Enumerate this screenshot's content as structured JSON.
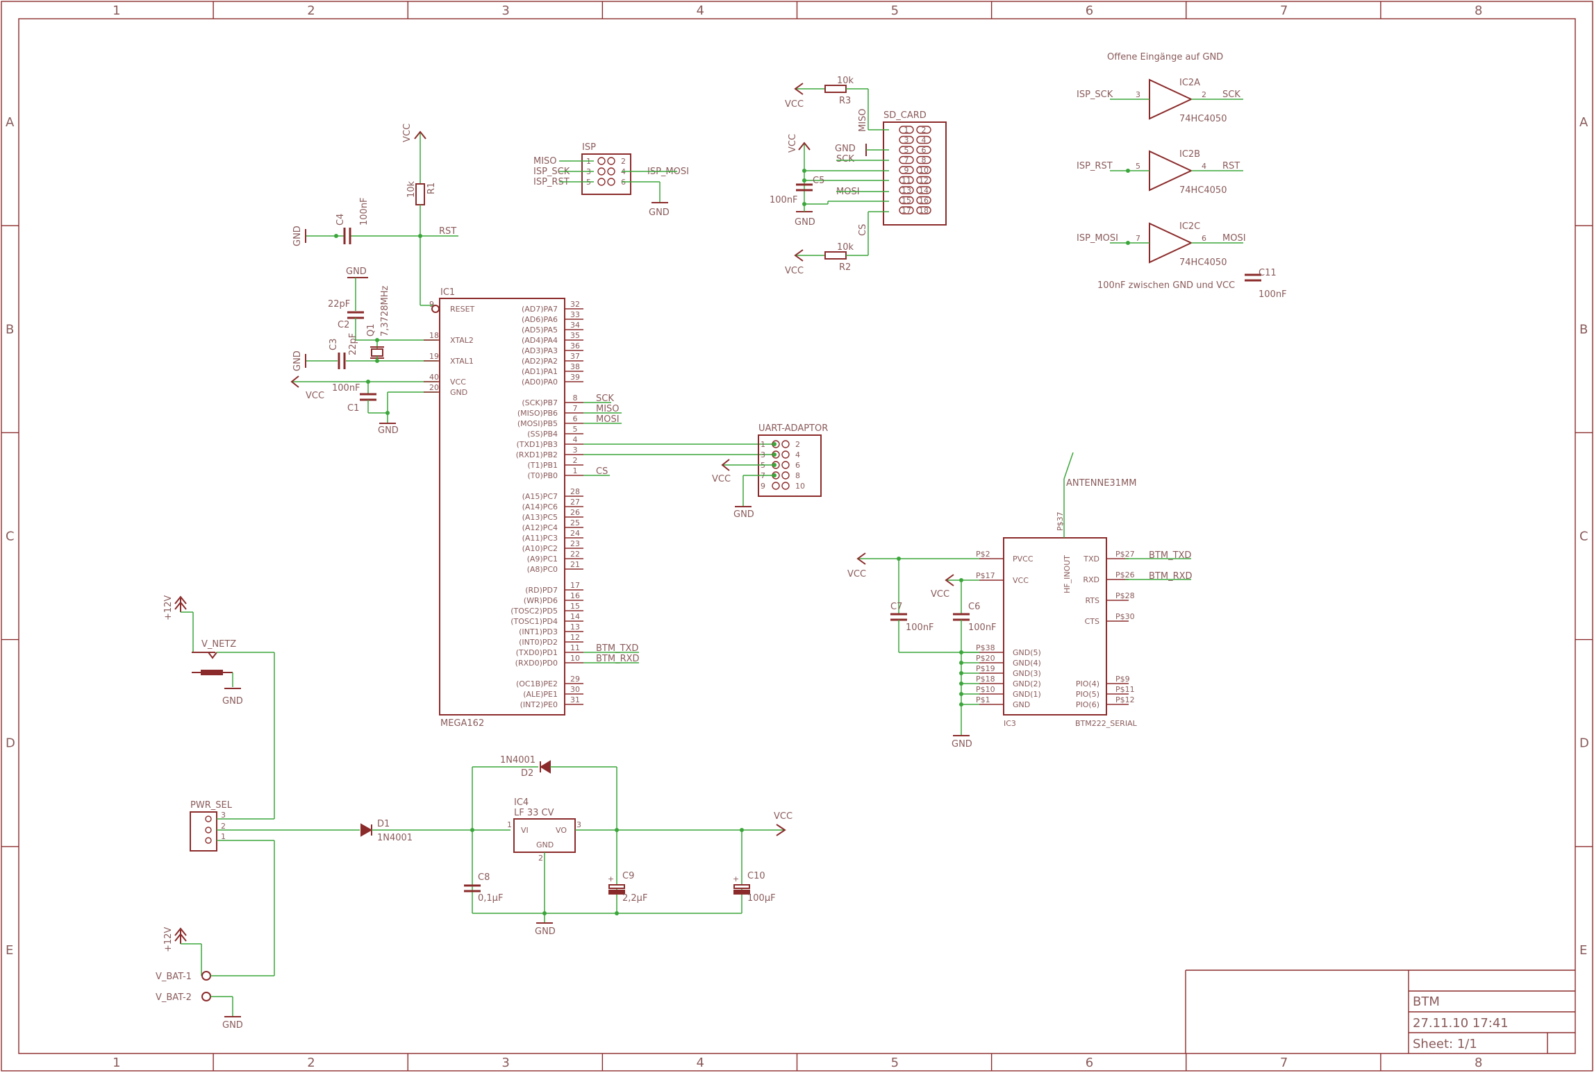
{
  "frame": {
    "columns": [
      "1",
      "2",
      "3",
      "4",
      "5",
      "6",
      "7",
      "8"
    ],
    "rows": [
      "A",
      "B",
      "C",
      "D",
      "E"
    ]
  },
  "title_block": {
    "title": "BTM",
    "date": "27.11.10 17:41",
    "sheet": "Sheet: 1/1"
  },
  "notes": {
    "open_inputs": "Offene Eingänge auf GND",
    "decoupling": "100nF zwischen GND und VCC"
  },
  "nets": {
    "vcc": "VCC",
    "gnd": "GND",
    "p12v": "+12V",
    "rst": "RST",
    "sck": "SCK",
    "miso": "MISO",
    "mosi": "MOSI",
    "cs": "CS",
    "isp_sck": "ISP_SCK",
    "isp_rst": "ISP_RST",
    "isp_mosi": "ISP_MOSI",
    "btm_txd": "BTM_TXD",
    "btm_rxd": "BTM_RXD"
  },
  "components": {
    "ic1": {
      "name": "IC1",
      "value": "MEGA162",
      "left_pins": [
        {
          "num": "9",
          "name": "RESET"
        },
        {
          "num": "18",
          "name": "XTAL2"
        },
        {
          "num": "19",
          "name": "XTAL1"
        },
        {
          "num": "40",
          "name": "VCC"
        },
        {
          "num": "20",
          "name": "GND"
        }
      ],
      "right_pins": [
        {
          "num": "32",
          "name": "(AD7)PA7"
        },
        {
          "num": "33",
          "name": "(AD6)PA6"
        },
        {
          "num": "34",
          "name": "(AD5)PA5"
        },
        {
          "num": "35",
          "name": "(AD4)PA4"
        },
        {
          "num": "36",
          "name": "(AD3)PA3"
        },
        {
          "num": "37",
          "name": "(AD2)PA2"
        },
        {
          "num": "38",
          "name": "(AD1)PA1"
        },
        {
          "num": "39",
          "name": "(AD0)PA0"
        },
        {
          "num": "8",
          "name": "(SCK)PB7"
        },
        {
          "num": "7",
          "name": "(MISO)PB6"
        },
        {
          "num": "6",
          "name": "(MOSI)PB5"
        },
        {
          "num": "5",
          "name": "(SS)PB4"
        },
        {
          "num": "4",
          "name": "(TXD1)PB3"
        },
        {
          "num": "3",
          "name": "(RXD1)PB2"
        },
        {
          "num": "2",
          "name": "(T1)PB1"
        },
        {
          "num": "1",
          "name": "(T0)PB0"
        },
        {
          "num": "28",
          "name": "(A15)PC7"
        },
        {
          "num": "27",
          "name": "(A14)PC6"
        },
        {
          "num": "26",
          "name": "(A13)PC5"
        },
        {
          "num": "25",
          "name": "(A12)PC4"
        },
        {
          "num": "24",
          "name": "(A11)PC3"
        },
        {
          "num": "23",
          "name": "(A10)PC2"
        },
        {
          "num": "22",
          "name": "(A9)PC1"
        },
        {
          "num": "21",
          "name": "(A8)PC0"
        },
        {
          "num": "17",
          "name": "(RD)PD7"
        },
        {
          "num": "16",
          "name": "(WR)PD6"
        },
        {
          "num": "15",
          "name": "(TOSC2)PD5"
        },
        {
          "num": "14",
          "name": "(TOSC1)PD4"
        },
        {
          "num": "13",
          "name": "(INT1)PD3"
        },
        {
          "num": "12",
          "name": "(INT0)PD2"
        },
        {
          "num": "11",
          "name": "(TXD0)PD1"
        },
        {
          "num": "10",
          "name": "(RXD0)PD0"
        },
        {
          "num": "29",
          "name": "(OC1B)PE2"
        },
        {
          "num": "30",
          "name": "(ALE)PE1"
        },
        {
          "num": "31",
          "name": "(INT2)PE0"
        }
      ]
    },
    "r1": {
      "name": "R1",
      "value": "10k"
    },
    "r2": {
      "name": "R2",
      "value": "10k"
    },
    "r3": {
      "name": "R3",
      "value": "10k"
    },
    "c1": {
      "name": "C1",
      "value": "100nF"
    },
    "c2": {
      "name": "C2",
      "value": "22pF"
    },
    "c3": {
      "name": "C3",
      "value": "22pF"
    },
    "c4": {
      "name": "C4",
      "value": "100nF"
    },
    "c5": {
      "name": "C5",
      "value": "100nF"
    },
    "c6": {
      "name": "C6",
      "value": "100nF"
    },
    "c7": {
      "name": "C7",
      "value": "100nF"
    },
    "c8": {
      "name": "C8",
      "value": "0,1µF"
    },
    "c9": {
      "name": "C9",
      "value": "2,2µF"
    },
    "c10": {
      "name": "C10",
      "value": "100µF"
    },
    "c11": {
      "name": "C11",
      "value": "100nF"
    },
    "q1": {
      "name": "Q1",
      "value": "7,3728MHz"
    },
    "isp": {
      "name": "ISP",
      "pins": [
        "1",
        "2",
        "3",
        "4",
        "5",
        "6"
      ]
    },
    "sd": {
      "name": "SD_CARD",
      "pins": [
        "1",
        "2",
        "3",
        "4",
        "5",
        "6",
        "7",
        "8",
        "9",
        "10",
        "11",
        "12",
        "13",
        "14",
        "15",
        "16",
        "17",
        "18"
      ]
    },
    "uart": {
      "name": "UART-ADAPTOR",
      "pins": [
        "1",
        "2",
        "3",
        "4",
        "5",
        "6",
        "7",
        "8",
        "9",
        "10"
      ]
    },
    "ic2a": {
      "name": "IC2A",
      "value": "74HC4050",
      "in_pin": "3",
      "out_pin": "2"
    },
    "ic2b": {
      "name": "IC2B",
      "value": "74HC4050",
      "in_pin": "5",
      "out_pin": "4"
    },
    "ic2c": {
      "name": "IC2C",
      "value": "74HC4050",
      "in_pin": "7",
      "out_pin": "6"
    },
    "ic3": {
      "name": "IC3",
      "value": "BTM222_SERIAL",
      "left_pins": [
        {
          "pad": "P$2",
          "name": "PVCC"
        },
        {
          "pad": "P$17",
          "name": "VCC"
        },
        {
          "pad": "P$38",
          "name": "GND(5)"
        },
        {
          "pad": "P$20",
          "name": "GND(4)"
        },
        {
          "pad": "P$19",
          "name": "GND(3)"
        },
        {
          "pad": "P$18",
          "name": "GND(2)"
        },
        {
          "pad": "P$10",
          "name": "GND(1)"
        },
        {
          "pad": "P$1",
          "name": "GND"
        }
      ],
      "right_pins": [
        {
          "pad": "P$27",
          "name": "TXD"
        },
        {
          "pad": "P$26",
          "name": "RXD"
        },
        {
          "pad": "P$28",
          "name": "RTS"
        },
        {
          "pad": "P$30",
          "name": "CTS"
        },
        {
          "pad": "P$9",
          "name": "PIO(4)"
        },
        {
          "pad": "P$11",
          "name": "PIO(5)"
        },
        {
          "pad": "P$12",
          "name": "PIO(6)"
        }
      ],
      "hf_pin": "HF_INOUT",
      "hf_pad": "P$37"
    },
    "ant": {
      "name": "ANTENNE31MM"
    },
    "ic4": {
      "name": "IC4",
      "value": "LF 33 CV",
      "vi": "VI",
      "vo": "VO",
      "gnd": "GND",
      "pin1": "1",
      "pin2": "2",
      "pin3": "3"
    },
    "d1": {
      "name": "D1",
      "value": "1N4001"
    },
    "d2": {
      "name": "D2",
      "value": "1N4001"
    },
    "v_netz": {
      "name": "V_NETZ"
    },
    "pwr_sel": {
      "name": "PWR_SEL",
      "pins": [
        "3",
        "2",
        "1"
      ]
    },
    "v_bat1": {
      "name": "V_BAT-1"
    },
    "v_bat2": {
      "name": "V_BAT-2"
    }
  }
}
